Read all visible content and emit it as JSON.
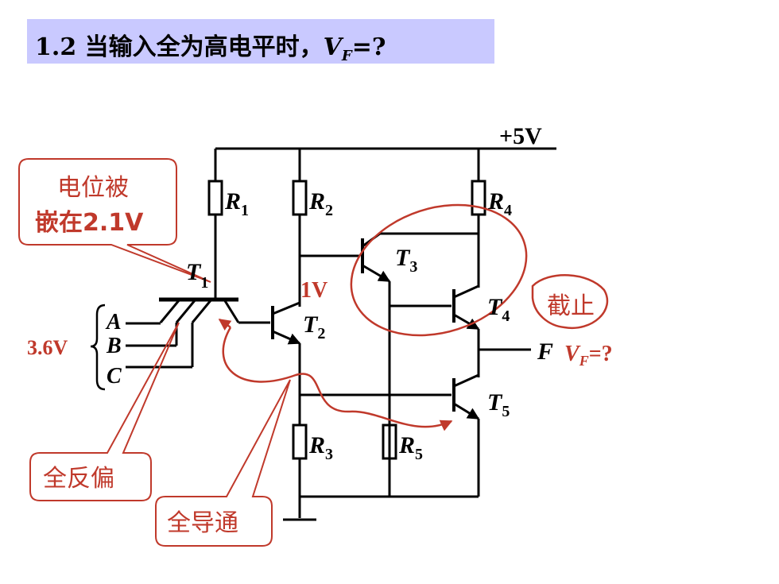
{
  "title": {
    "prefix": "1.2  当输入全为高电平时，",
    "var": "V",
    "sub": "F",
    "suffix": "=?"
  },
  "labels": {
    "vcc": "+5V",
    "r1": "R",
    "r1_sub": "1",
    "r2": "R",
    "r2_sub": "2",
    "r3": "R",
    "r3_sub": "3",
    "r4": "R",
    "r4_sub": "4",
    "r5": "R",
    "r5_sub": "5",
    "t1": "T",
    "t1_sub": "1",
    "t2": "T",
    "t2_sub": "2",
    "t3": "T",
    "t3_sub": "3",
    "t4": "T",
    "t4_sub": "4",
    "t5": "T",
    "t5_sub": "5",
    "input_a": "A",
    "input_b": "B",
    "input_c": "C",
    "output_f": "F",
    "vf": "V",
    "vf_sub": "F",
    "vf_suffix": "=?"
  },
  "annotations": {
    "pinned_line1": "电位被",
    "pinned_line2": "嵌在2.1V",
    "input_voltage": "3.6V",
    "node_voltage": "1V",
    "cutoff": "截止",
    "full_reverse_bias": "全反偏",
    "full_conduction": "全导通"
  },
  "colors": {
    "annotation": "#c0392b",
    "title_bg": "#c9c9ff",
    "wire": "#000000"
  }
}
